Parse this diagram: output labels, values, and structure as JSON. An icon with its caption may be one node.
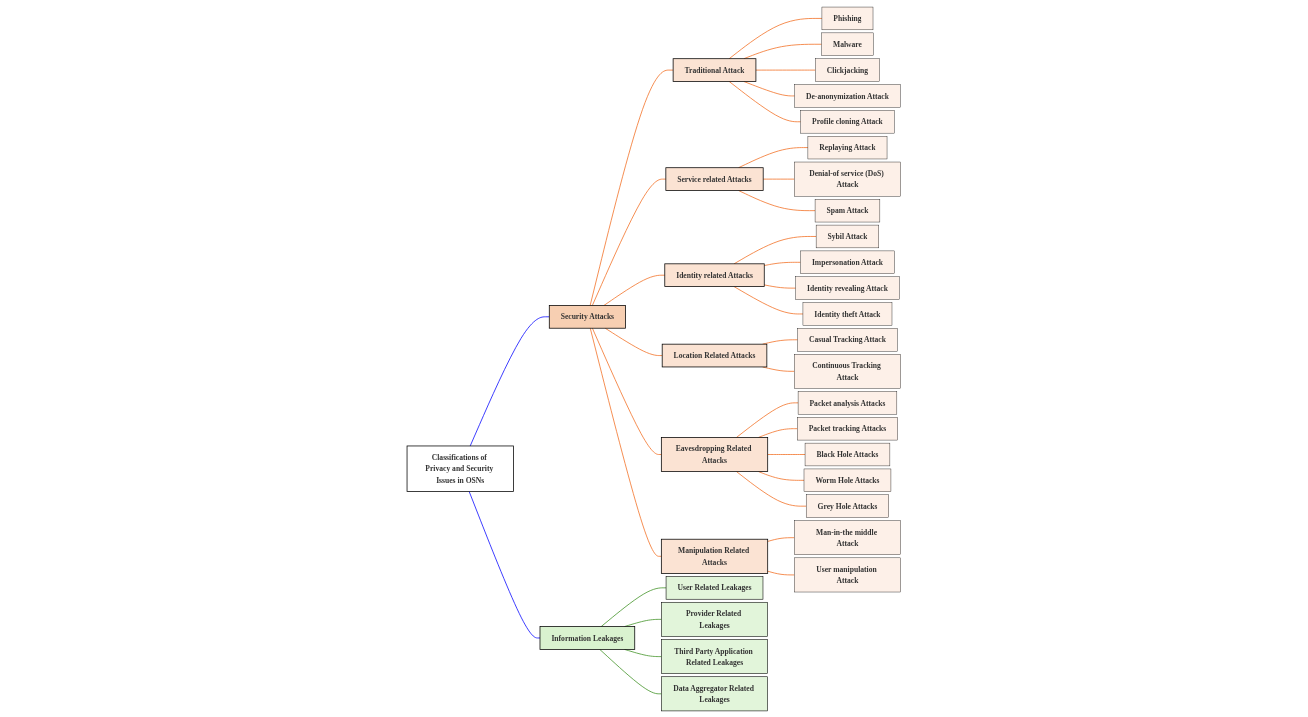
{
  "diagram": {
    "nodes": [
      {
        "text": [
          "Classifications of Privacy and Security Issues in OSNs"
        ]
      },
      {
        "text": [
          "Information Leakages"
        ]
      },
      {
        "text": [
          "Security Attacks"
        ]
      },
      {
        "text": [
          "User Related Leakages"
        ]
      },
      {
        "text": [
          "Provider Related Leakages"
        ]
      },
      {
        "text": [
          "Third Party Application Related Leakages"
        ]
      },
      {
        "text": [
          "Data Aggregator Related Leakages"
        ]
      },
      {
        "text": [
          "Traditional Attack"
        ]
      },
      {
        "text": [
          "Service related Attacks"
        ]
      },
      {
        "text": [
          "Identity related Attacks"
        ]
      },
      {
        "text": [
          "Location Related Attacks"
        ]
      },
      {
        "text": [
          "Eavesdropping Related Attacks"
        ]
      },
      {
        "text": [
          "Manipulation Related Attacks"
        ]
      },
      {
        "text": [
          "Phishing"
        ]
      },
      {
        "text": [
          "Malware"
        ]
      },
      {
        "text": [
          "Clickjacking"
        ]
      },
      {
        "text": [
          "De-anonymization Attack"
        ]
      },
      {
        "text": [
          "Profile cloning Attack"
        ]
      },
      {
        "text": [
          "Replaying Attack"
        ]
      },
      {
        "text": [
          "Denial-of service (DoS) Attack"
        ]
      },
      {
        "text": [
          "Spam Attack"
        ]
      },
      {
        "text": [
          "Sybil Attack"
        ]
      },
      {
        "text": [
          "Impersonation Attack"
        ]
      },
      {
        "text": [
          "Identity revealing Attack"
        ]
      },
      {
        "text": [
          "Identity theft Attack"
        ]
      },
      {
        "text": [
          "Casual Tracking Attack"
        ]
      },
      {
        "text": [
          "Continuous Tracking Attack"
        ]
      },
      {
        "text": [
          "Packet analysis Attacks"
        ]
      },
      {
        "text": [
          "Packet tracking Attacks"
        ]
      },
      {
        "text": [
          "Black Hole Attacks"
        ]
      },
      {
        "text": [
          "Worm Hole Attacks"
        ]
      },
      {
        "text": [
          "Grey Hole Attacks"
        ]
      },
      {
        "text": [
          "Man-in-the middle Attack"
        ]
      },
      {
        "text": [
          "User manipulation Attack"
        ]
      }
    ],
    "edges": [
      {
        "from": 0,
        "to": 1,
        "arrow": "none",
        "color": "#0000ff"
      },
      {
        "from": 0,
        "to": 2,
        "arrow": "none",
        "color": "#0000ff"
      },
      {
        "from": 1,
        "to": 3,
        "arrow": "none",
        "color": "#3a8f1e"
      },
      {
        "from": 1,
        "to": 4,
        "arrow": "none",
        "color": "#3a8f1e"
      },
      {
        "from": 1,
        "to": 5,
        "arrow": "none",
        "color": "#3a8f1e"
      },
      {
        "from": 1,
        "to": 6,
        "arrow": "none",
        "color": "#3a8f1e"
      },
      {
        "from": 2,
        "to": 7,
        "arrow": "none"
      },
      {
        "from": 2,
        "to": 8,
        "arrow": "none"
      },
      {
        "from": 2,
        "to": 9,
        "arrow": "none"
      },
      {
        "from": 2,
        "to": 10,
        "arrow": "none"
      },
      {
        "from": 2,
        "to": 11,
        "arrow": "none"
      },
      {
        "from": 2,
        "to": 12,
        "arrow": "none"
      },
      {
        "from": 7,
        "to": 13,
        "arrow": "none"
      },
      {
        "from": 7,
        "to": 14,
        "arrow": "none"
      },
      {
        "from": 7,
        "to": 15,
        "arrow": "none"
      },
      {
        "from": 7,
        "to": 16,
        "arrow": "none"
      },
      {
        "from": 7,
        "to": 17,
        "arrow": "none"
      },
      {
        "from": 8,
        "to": 18,
        "arrow": "none"
      },
      {
        "from": 8,
        "to": 19,
        "arrow": "none"
      },
      {
        "from": 8,
        "to": 20,
        "arrow": "none"
      },
      {
        "from": 9,
        "to": 21,
        "arrow": "none"
      },
      {
        "from": 9,
        "to": 22,
        "arrow": "none"
      },
      {
        "from": 9,
        "to": 23,
        "arrow": "none"
      },
      {
        "from": 9,
        "to": 24,
        "arrow": "none"
      },
      {
        "from": 10,
        "to": 25,
        "arrow": "none"
      },
      {
        "from": 10,
        "to": 26,
        "arrow": "none"
      },
      {
        "from": 11,
        "to": 27,
        "arrow": "none"
      },
      {
        "from": 11,
        "to": 28,
        "arrow": "none"
      },
      {
        "from": 11,
        "to": 29,
        "arrow": "none"
      },
      {
        "from": 11,
        "to": 30,
        "arrow": "none"
      },
      {
        "from": 11,
        "to": 31,
        "arrow": "none"
      },
      {
        "from": 12,
        "to": 32,
        "arrow": "none"
      },
      {
        "from": 12,
        "to": 33,
        "arrow": "none"
      }
    ]
  }
}
